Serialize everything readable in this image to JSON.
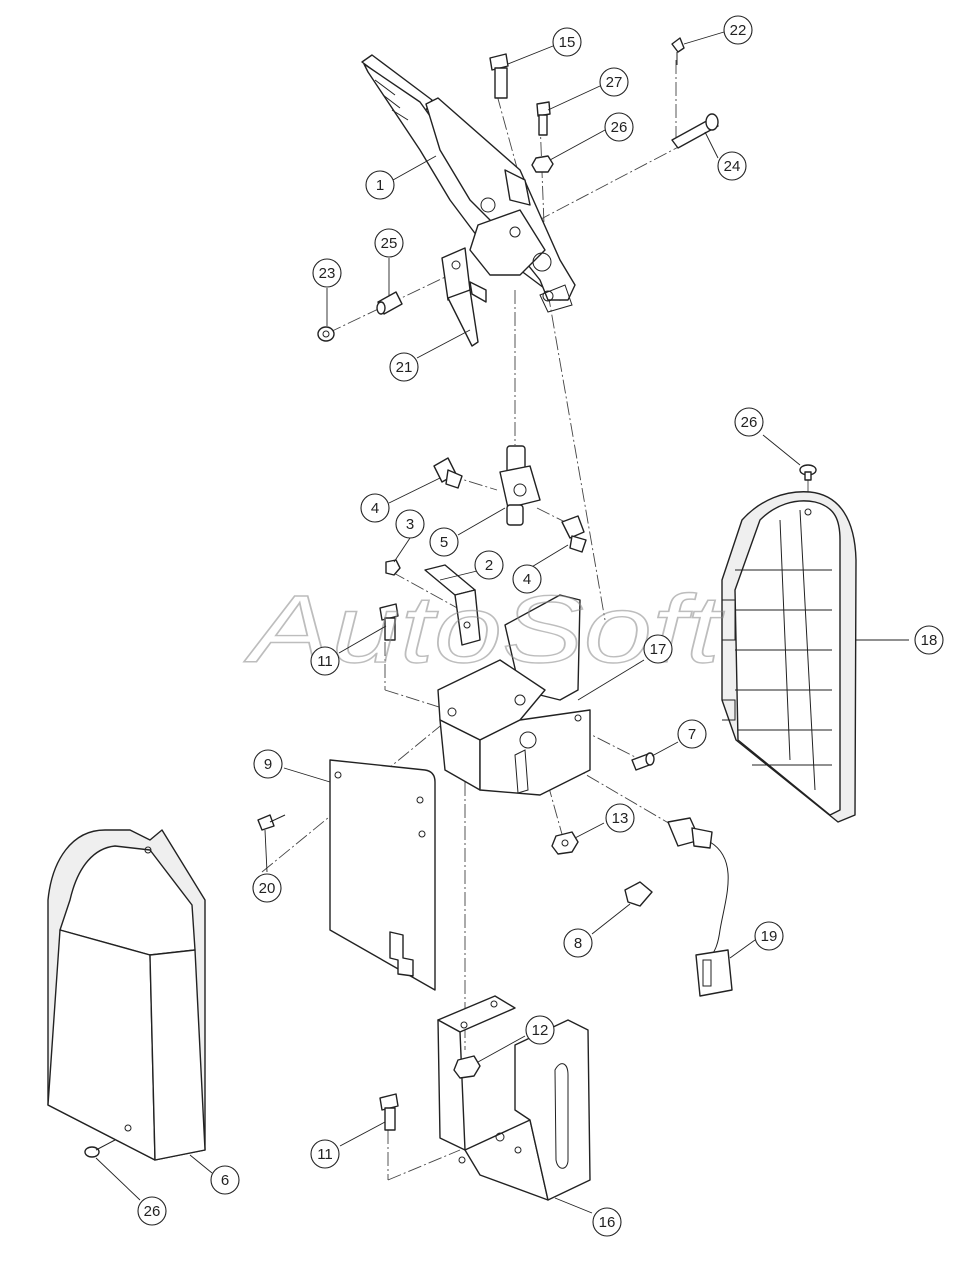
{
  "watermark": "AutoSoft",
  "callouts": [
    {
      "id": "c1",
      "label": "1"
    },
    {
      "id": "c15",
      "label": "15"
    },
    {
      "id": "c27",
      "label": "27"
    },
    {
      "id": "c26a",
      "label": "26"
    },
    {
      "id": "c22",
      "label": "22"
    },
    {
      "id": "c24",
      "label": "24"
    },
    {
      "id": "c25",
      "label": "25"
    },
    {
      "id": "c23",
      "label": "23"
    },
    {
      "id": "c21",
      "label": "21"
    },
    {
      "id": "c26b",
      "label": "26"
    },
    {
      "id": "c4a",
      "label": "4"
    },
    {
      "id": "c3",
      "label": "3"
    },
    {
      "id": "c5",
      "label": "5"
    },
    {
      "id": "c2",
      "label": "2"
    },
    {
      "id": "c4b",
      "label": "4"
    },
    {
      "id": "c11a",
      "label": "11"
    },
    {
      "id": "c17",
      "label": "17"
    },
    {
      "id": "c18",
      "label": "18"
    },
    {
      "id": "c7",
      "label": "7"
    },
    {
      "id": "c9",
      "label": "9"
    },
    {
      "id": "c13",
      "label": "13"
    },
    {
      "id": "c20",
      "label": "20"
    },
    {
      "id": "c8",
      "label": "8"
    },
    {
      "id": "c19",
      "label": "19"
    },
    {
      "id": "c12",
      "label": "12"
    },
    {
      "id": "c11b",
      "label": "11"
    },
    {
      "id": "c6",
      "label": "6"
    },
    {
      "id": "c26c",
      "label": "26"
    },
    {
      "id": "c16",
      "label": "16"
    }
  ]
}
